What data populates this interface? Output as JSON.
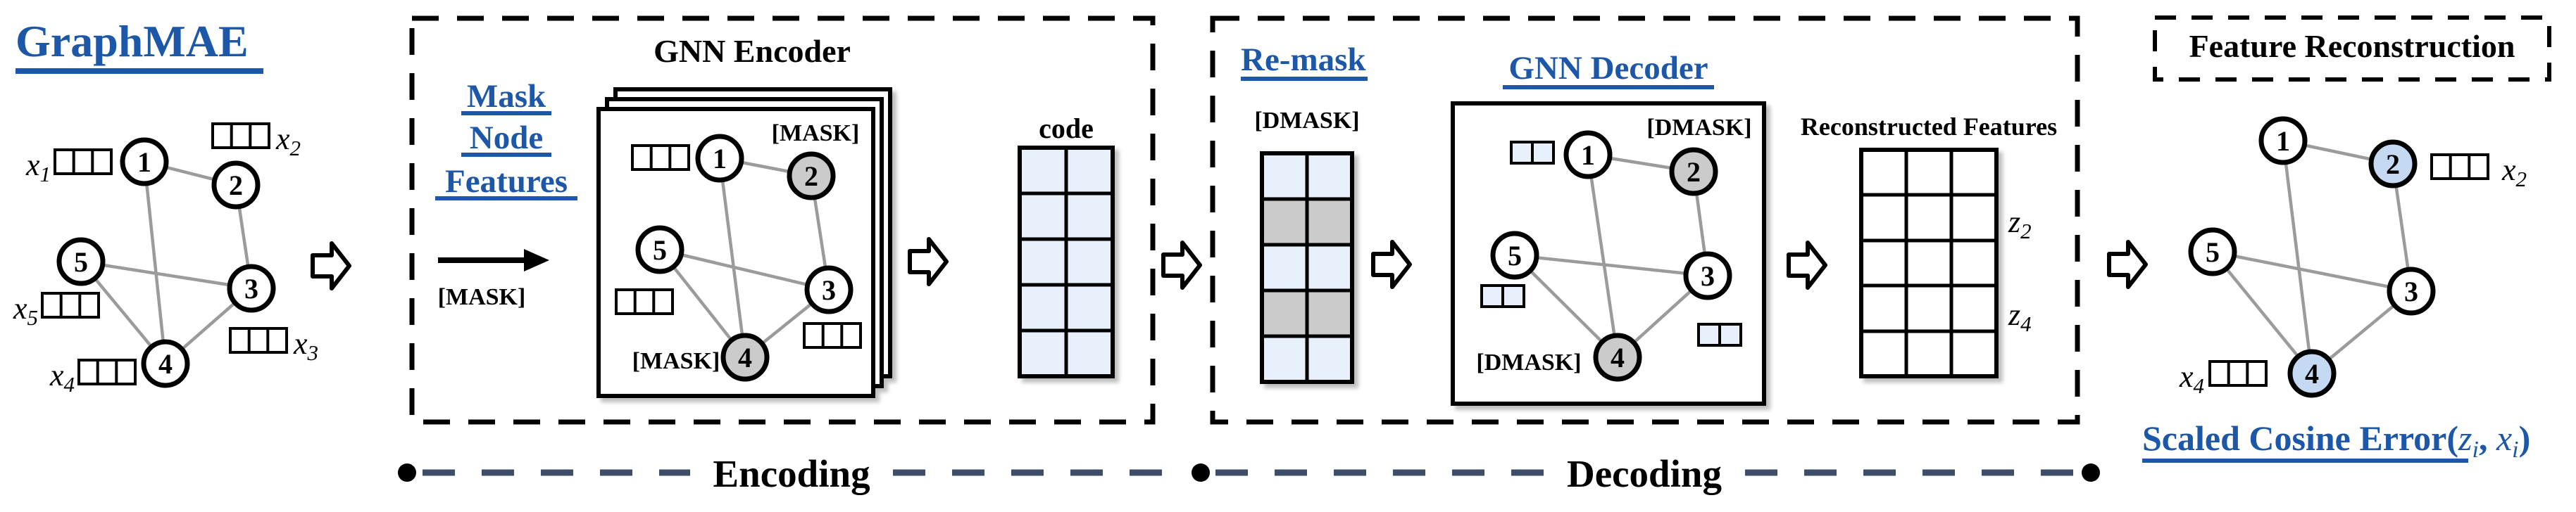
{
  "diagram_title": "GraphMAE",
  "colors": {
    "accent_blue": "#1C57A8",
    "cell_blue": "#E7F0FB",
    "mask_gray": "#CBCBCB",
    "recon_blue": "#C6D9F2",
    "edge_gray": "#9B9B9B",
    "line_navy": "#3E4E68"
  },
  "node_labels": [
    "1",
    "2",
    "3",
    "4",
    "5"
  ],
  "graph_edges": [
    "1-2",
    "1-4",
    "2-3",
    "3-4",
    "3-5",
    "4-5"
  ],
  "input_graph": {
    "features": [
      {
        "base": "x",
        "sub": "1"
      },
      {
        "base": "x",
        "sub": "2"
      },
      {
        "base": "x",
        "sub": "3"
      },
      {
        "base": "x",
        "sub": "4"
      },
      {
        "base": "x",
        "sub": "5"
      }
    ]
  },
  "encoding": {
    "stage_label": "Encoding",
    "step_lines": [
      "Mask",
      "Node",
      "Features"
    ],
    "mask_token": "[MASK]",
    "encoder_title": "GNN Encoder",
    "masked_node_tokens": {
      "top": "[MASK]",
      "bottom": "[MASK]"
    },
    "masked_nodes": [
      "2",
      "4"
    ],
    "code": {
      "label": "code",
      "cols": 2,
      "rows": 5
    }
  },
  "decoding": {
    "stage_label": "Decoding",
    "remask_title": "Re-mask",
    "dmask_token": "[DMASK]",
    "remask_matrix": {
      "cols": 2,
      "rows": 5,
      "masked_rows": [
        2,
        4
      ]
    },
    "decoder_title": "GNN Decoder",
    "masked_node_tokens": {
      "top": "[DMASK]",
      "bottom": "[DMASK]"
    },
    "masked_nodes": [
      "2",
      "4"
    ],
    "reconstructed": {
      "title": "Reconstructed Features",
      "cols": 3,
      "rows": 5,
      "row_labels": [
        {
          "base": "z",
          "sub": "2",
          "row": 2
        },
        {
          "base": "z",
          "sub": "4",
          "row": 4
        }
      ]
    }
  },
  "output": {
    "title": "Feature Reconstruction",
    "features": [
      {
        "base": "x",
        "sub": "2"
      },
      {
        "base": "x",
        "sub": "4"
      }
    ],
    "reconstructed_nodes": [
      "2",
      "4"
    ],
    "loss": {
      "name": "Scaled Cosine Error",
      "open": "(",
      "arg1": {
        "base": "z",
        "sub": "i"
      },
      "comma": ", ",
      "arg2": {
        "base": "x",
        "sub": "i"
      },
      "close": ")"
    }
  }
}
